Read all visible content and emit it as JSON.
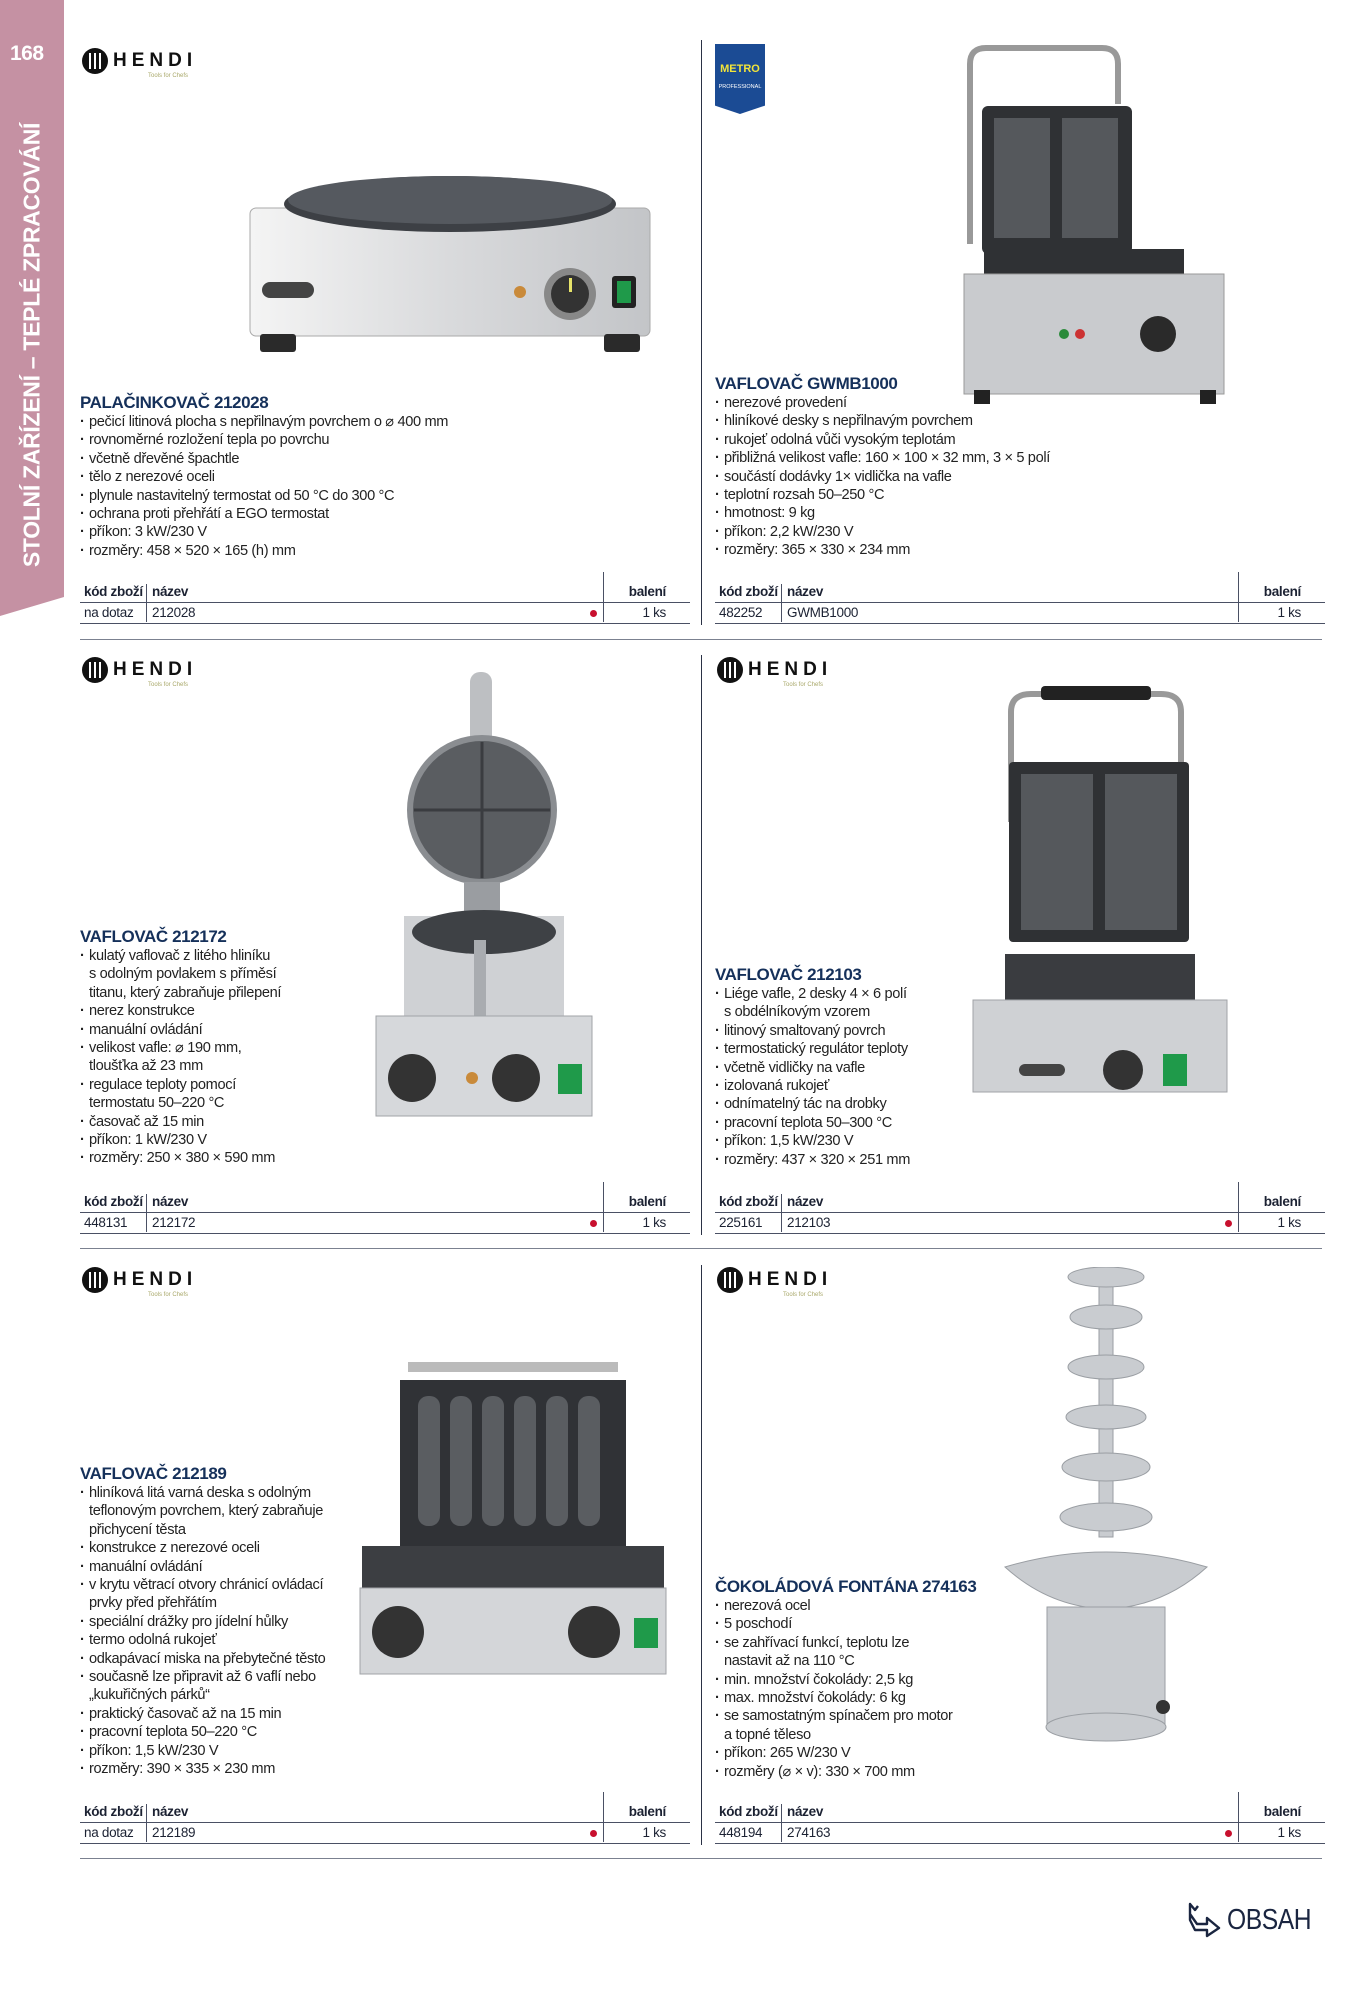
{
  "page": {
    "number": "168",
    "section": "STOLNÍ ZAŘÍZENÍ – TEPLÉ ZPRACOVÁNÍ",
    "band_color": "#c591a3",
    "title_color": "#15305a",
    "availability_dot_color": "#c8102e"
  },
  "logos": {
    "hendi": {
      "word": "HENDI",
      "tagline": "Tools for Chefs"
    },
    "metro": {
      "word": "METRO",
      "sub": "PROFESSIONAL"
    }
  },
  "table_headers": {
    "code": "kód zboží",
    "name": "název",
    "pack": "balení"
  },
  "products": [
    {
      "brand": "hendi",
      "title": "PALAČINKOVAČ 212028",
      "bullets": [
        [
          "pečicí litinová plocha s nepřilnavým povrchem o ⌀ 400 mm"
        ],
        [
          "rovnoměrné rozložení tepla po povrchu"
        ],
        [
          "včetně dřevěné špachtle"
        ],
        [
          "tělo z nerezové oceli"
        ],
        [
          "plynule nastavitelný termostat od 50 °C do 300 °C"
        ],
        [
          "ochrana proti přehřátí a EGO termostat"
        ],
        [
          "příkon: 3 kW/230 V"
        ],
        [
          "rozměry: 458 × 520 × 165 (h) mm"
        ]
      ],
      "row": {
        "code": "na dotaz",
        "name": "212028",
        "pack": "1 ks",
        "availability_dot": true
      },
      "image_icon": "crepe-maker-image"
    },
    {
      "brand": "metro",
      "title": "VAFLOVAČ GWMB1000",
      "bullets": [
        [
          "nerezové provedení"
        ],
        [
          "hliníkové desky s nepřilnavým povrchem"
        ],
        [
          "rukojeť odolná vůči vysokým teplotám"
        ],
        [
          "přibližná velikost vafle: 160 × 100 × 32 mm, 3 × 5 polí"
        ],
        [
          "součástí dodávky 1× vidlička na vafle"
        ],
        [
          "teplotní rozsah 50–250 °C"
        ],
        [
          "hmotnost: 9 kg"
        ],
        [
          "příkon: 2,2 kW/230 V"
        ],
        [
          "rozměry: 365 × 330 × 234 mm"
        ]
      ],
      "row": {
        "code": "482252",
        "name": "GWMB1000",
        "pack": "1 ks",
        "availability_dot": false
      },
      "image_icon": "waffle-maker-image"
    },
    {
      "brand": "hendi",
      "title": "VAFLOVAČ 212172",
      "bullets": [
        [
          "kulatý vaflovač z litého hliníku",
          "s odolným povlakem s příměsí",
          "titanu, který zabraňuje přilepení"
        ],
        [
          "nerez konstrukce"
        ],
        [
          "manuální ovládání"
        ],
        [
          "velikost vafle: ⌀ 190 mm,",
          "tloušťka až 23 mm"
        ],
        [
          "regulace teploty pomocí",
          "termostatu 50–220 °C"
        ],
        [
          "časovač až 15 min"
        ],
        [
          "příkon: 1 kW/230 V"
        ],
        [
          "rozměry: 250 × 380 × 590 mm"
        ]
      ],
      "row": {
        "code": "448131",
        "name": "212172",
        "pack": "1 ks",
        "availability_dot": true
      },
      "image_icon": "round-waffle-maker-image"
    },
    {
      "brand": "hendi",
      "title": "VAFLOVAČ 212103",
      "bullets": [
        [
          "Liége vafle, 2 desky 4 × 6 polí",
          "s obdélníkovým vzorem"
        ],
        [
          "litinový smaltovaný povrch"
        ],
        [
          "termostatický regulátor teploty"
        ],
        [
          "včetně vidličky na vafle"
        ],
        [
          "izolovaná rukojeť"
        ],
        [
          "odnímatelný tác na drobky"
        ],
        [
          "pracovní teplota 50–300 °C"
        ],
        [
          "příkon: 1,5 kW/230 V"
        ],
        [
          "rozměry: 437 × 320 × 251 mm"
        ]
      ],
      "row": {
        "code": "225161",
        "name": "212103",
        "pack": "1 ks",
        "availability_dot": true
      },
      "image_icon": "liege-waffle-maker-image"
    },
    {
      "brand": "hendi",
      "title": "VAFLOVAČ 212189",
      "bullets": [
        [
          "hliníková litá varná deska s odolným",
          "teflonovým povrchem, který zabraňuje",
          "přichycení těsta"
        ],
        [
          "konstrukce z nerezové oceli"
        ],
        [
          "manuální ovládání"
        ],
        [
          "v krytu větrací otvory chránicí ovládací",
          "prvky před přehřátím"
        ],
        [
          "speciální drážky pro jídelní hůlky"
        ],
        [
          "termo odolná rukojeť"
        ],
        [
          "odkapávací miska na přebytečné těsto"
        ],
        [
          "současně lze připravit až 6 vaflí nebo",
          "„kukuřičných párků“"
        ],
        [
          "praktický časovač až na 15 min"
        ],
        [
          "pracovní teplota 50–220 °C"
        ],
        [
          "příkon: 1,5 kW/230 V"
        ],
        [
          "rozměry: 390 × 335 × 230 mm"
        ]
      ],
      "row": {
        "code": "na dotaz",
        "name": "212189",
        "pack": "1 ks",
        "availability_dot": true
      },
      "image_icon": "corn-dog-waffle-maker-image"
    },
    {
      "brand": "hendi",
      "title": "ČOKOLÁDOVÁ FONTÁNA 274163",
      "bullets": [
        [
          "nerezová ocel"
        ],
        [
          "5 poschodí"
        ],
        [
          "se zahřívací funkcí, teplotu lze",
          "nastavit až na 110 °C"
        ],
        [
          "min. množství čokolády: 2,5 kg"
        ],
        [
          "max. množství čokolády: 6 kg"
        ],
        [
          "se samostatným spínačem pro motor",
          "a topné těleso"
        ],
        [
          "příkon: 265 W/230 V"
        ],
        [
          "rozměry (⌀ × v): 330 × 700 mm"
        ]
      ],
      "row": {
        "code": "448194",
        "name": "274163",
        "pack": "1 ks",
        "availability_dot": true
      },
      "image_icon": "chocolate-fountain-image"
    }
  ],
  "footer": {
    "contents_link": "OBSAH",
    "icon": "arrow-return-icon"
  }
}
